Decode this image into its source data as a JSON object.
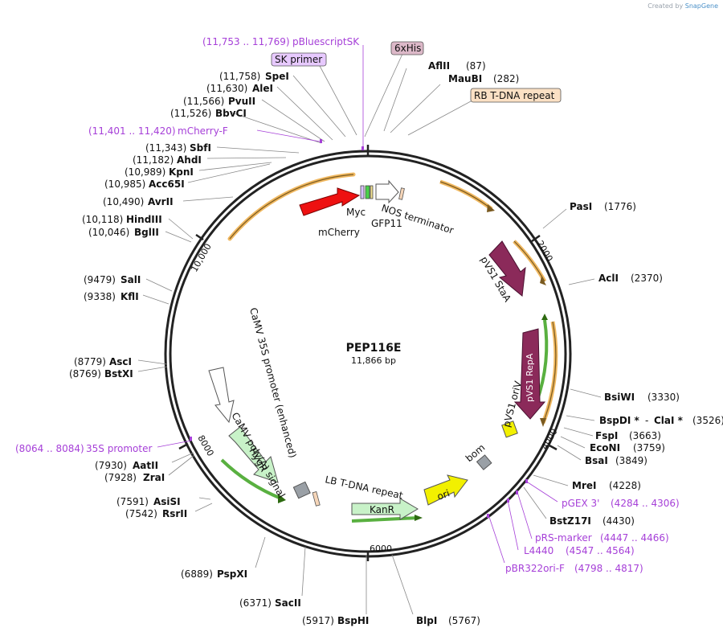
{
  "brand": {
    "created_by": "Created by",
    "app": "SnapGene"
  },
  "plasmid": {
    "name": "PEP116E",
    "size": "11,866 bp"
  },
  "ticks": [
    "2000",
    "4000",
    "6000",
    "8000",
    "10,000"
  ],
  "sites": {
    "afl": {
      "name": "AflII",
      "pos": "(87)"
    },
    "mau": {
      "name": "MauBI",
      "pos": "(282)"
    },
    "pas": {
      "name": "PasI",
      "pos": "(1776)"
    },
    "acl": {
      "name": "AclI",
      "pos": "(2370)"
    },
    "bsi": {
      "name": "BsiWI",
      "pos": "(3330)"
    },
    "bspdi": {
      "name": "BspDI *",
      "sep": "-",
      "name2": "ClaI *",
      "pos": "(3526)"
    },
    "fsp": {
      "name": "FspI",
      "pos": "(3663)"
    },
    "eco": {
      "name": "EcoNI",
      "pos": "(3759)"
    },
    "bsa": {
      "name": "BsaI",
      "pos": "(3849)"
    },
    "mre": {
      "name": "MreI",
      "pos": "(4228)"
    },
    "bstz": {
      "name": "BstZ17I",
      "pos": "(4430)"
    },
    "blp": {
      "name": "BlpI",
      "pos": "(5767)"
    },
    "bsph": {
      "name": "BspHI",
      "pos": "(5917)"
    },
    "sac": {
      "name": "SacII",
      "pos": "(6371)"
    },
    "psp": {
      "name": "PspXI",
      "pos": "(6889)"
    },
    "rsr": {
      "name": "RsrII",
      "pos": "(7542)"
    },
    "asis": {
      "name": "AsiSI",
      "pos": "(7591)"
    },
    "zra": {
      "name": "ZraI",
      "pos": "(7928)"
    },
    "aat": {
      "name": "AatII",
      "pos": "(7930)"
    },
    "bstx": {
      "name": "BstXI",
      "pos": "(8769)"
    },
    "asc": {
      "name": "AscI",
      "pos": "(8779)"
    },
    "kfl": {
      "name": "KflI",
      "pos": "(9338)"
    },
    "sal": {
      "name": "SalI",
      "pos": "(9479)"
    },
    "bgl": {
      "name": "BglII",
      "pos": "(10,046)"
    },
    "hind": {
      "name": "HindIII",
      "pos": "(10,118)"
    },
    "avr": {
      "name": "AvrII",
      "pos": "(10,490)"
    },
    "acc": {
      "name": "Acc65I",
      "pos": "(10,985)"
    },
    "kpn": {
      "name": "KpnI",
      "pos": "(10,989)"
    },
    "ahd": {
      "name": "AhdI",
      "pos": "(11,182)"
    },
    "sbf": {
      "name": "SbfI",
      "pos": "(11,343)"
    },
    "bbv": {
      "name": "BbvCI",
      "pos": "(11,526)"
    },
    "pvu": {
      "name": "PvuII",
      "pos": "(11,566)"
    },
    "ale": {
      "name": "AleI",
      "pos": "(11,630)"
    },
    "spe": {
      "name": "SpeI",
      "pos": "(11,758)"
    }
  },
  "primers": {
    "pblue": {
      "pos": "(11,753 .. 11,769)",
      "name": "pBluescriptSK"
    },
    "mcherryf": {
      "pos": "(11,401 .. 11,420)",
      "name": "mCherry-F"
    },
    "pgex": {
      "name": "pGEX 3'",
      "pos": "(4284 .. 4306)"
    },
    "prs": {
      "name": "pRS-marker",
      "pos": "(4447 .. 4466)"
    },
    "l4440": {
      "name": "L4440",
      "pos": "(4547 .. 4564)"
    },
    "pbr": {
      "name": "pBR322ori-F",
      "pos": "(4798 .. 4817)"
    },
    "s35": {
      "pos": "(8064 .. 8084)",
      "name": "35S promoter"
    }
  },
  "boxed": {
    "sk": "SK primer",
    "his": "6xHis",
    "rb": "RB T-DNA repeat"
  },
  "features": {
    "mcherry": "mCherry",
    "myc": "Myc",
    "gfp": "GFP11",
    "nos": "NOS terminator",
    "stba": "pVS1 StaA",
    "repa": "pVS1 RepA",
    "oriv": "pVS1 oriV",
    "bom": "bom",
    "ori": "ori",
    "kanr": "KanR",
    "lb": "LB T-DNA repeat",
    "polya": "CaMV poly(A) signal",
    "hygr": "HygR",
    "camv35s": "CaMV 35S promoter (enhanced)"
  },
  "colors": {
    "mcherry": "#ee1111",
    "stba": "#8b2a5a",
    "repa": "#8b2a5a",
    "ori": "#f2f000",
    "kanr": "#c8f2c8",
    "hygr": "#c8f2c8",
    "camv": "#ffffff",
    "oriv": "#f2f000",
    "bom": "#9aa0a6",
    "orange": "#f0b860",
    "green": "#59b040",
    "primer": "#a640d8"
  }
}
